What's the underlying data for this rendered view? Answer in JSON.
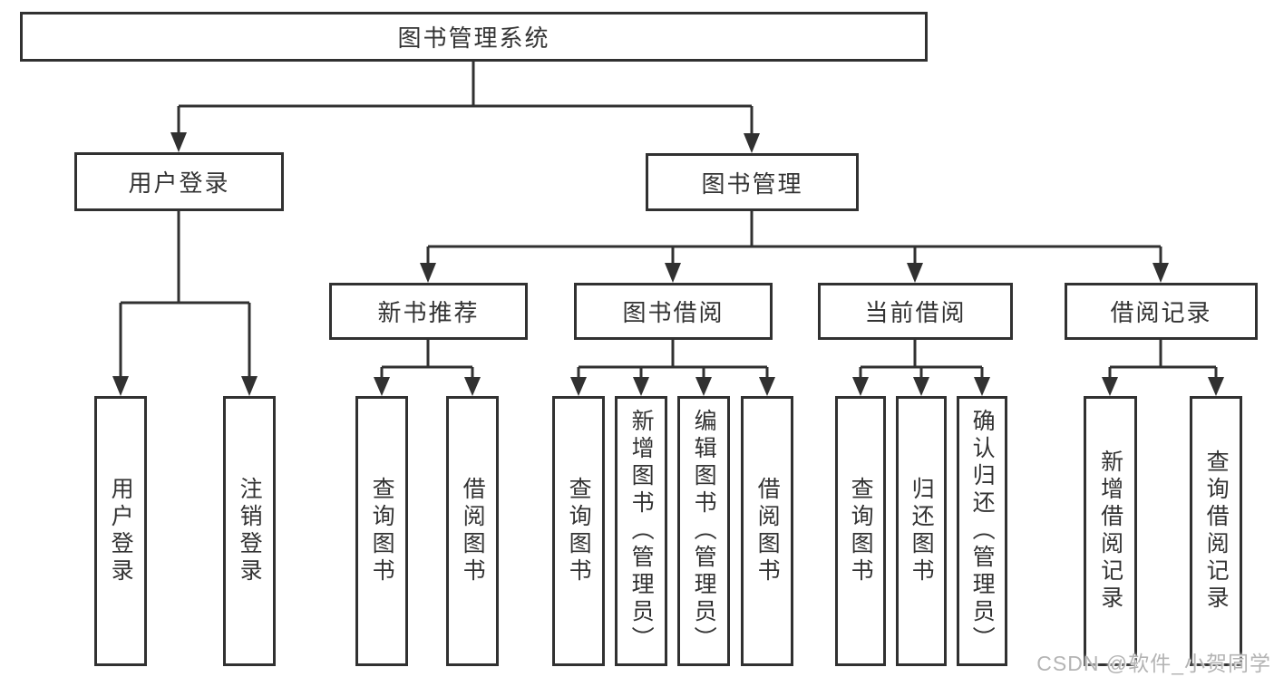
{
  "diagram_title": "图书管理系统",
  "tree": {
    "root": "图书管理系统",
    "children": [
      {
        "label": "用户登录",
        "children": [
          "用户登录",
          "注销登录"
        ]
      },
      {
        "label": "图书管理",
        "children": [
          {
            "label": "新书推荐",
            "children": [
              "查询图书",
              "借阅图书"
            ]
          },
          {
            "label": "图书借阅",
            "children": [
              "查询图书",
              "新增图书（管理员）",
              "编辑图书（管理员）",
              "借阅图书"
            ]
          },
          {
            "label": "当前借阅",
            "children": [
              "查询图书",
              "归还图书",
              "确认归还（管理员）"
            ]
          },
          {
            "label": "借阅记录",
            "children": [
              "新增借阅记录",
              "查询借阅记录"
            ]
          }
        ]
      }
    ]
  },
  "watermark": {
    "text": "CSDN @软件_小贺同学"
  },
  "colors": {
    "line": "#313131",
    "box_border": "#313131",
    "text": "#333333",
    "watermark": "#b4b4b4",
    "background": "#ffffff"
  }
}
